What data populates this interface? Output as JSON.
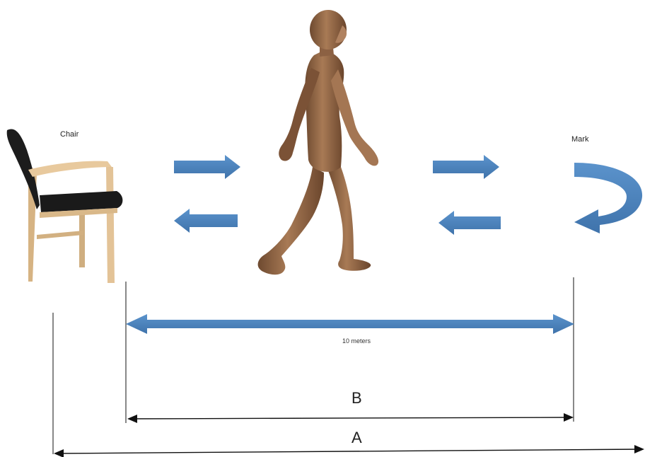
{
  "labels": {
    "chair": "Chair",
    "mark": "Mark",
    "distance": "10 meters",
    "b": "B",
    "a": "A"
  },
  "colors": {
    "arrow_blue": "#4a82be",
    "arrow_blue_dark": "#3d6fa6",
    "line": "#111111",
    "skin": "#9a6a48",
    "skin_dark": "#5a3a26",
    "chair_wood": "#e3c397",
    "chair_wood_dark": "#c9a676",
    "chair_seat": "#1a1a1a"
  },
  "icons": {
    "chair": "chair-icon",
    "walker": "walking-person-figure",
    "turn": "u-turn-arrow-icon"
  }
}
